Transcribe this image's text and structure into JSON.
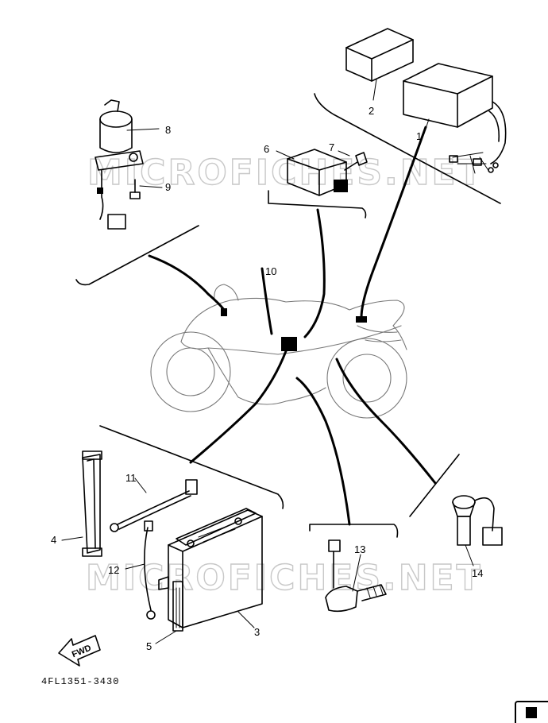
{
  "watermarks": [
    "MICROFICHES.NET",
    "MICROFICHES.NET"
  ],
  "fwd_label": "FWD",
  "diagram_code": "4FL1351-3430",
  "callouts": [
    {
      "label": "1"
    },
    {
      "label": "2"
    },
    {
      "label": "3"
    },
    {
      "label": "4"
    },
    {
      "label": "5"
    },
    {
      "label": "6"
    },
    {
      "label": "7"
    },
    {
      "label": "8"
    },
    {
      "label": "9"
    },
    {
      "label": "10"
    },
    {
      "label": "11"
    },
    {
      "label": "12"
    },
    {
      "label": "13"
    },
    {
      "label": "14"
    }
  ]
}
